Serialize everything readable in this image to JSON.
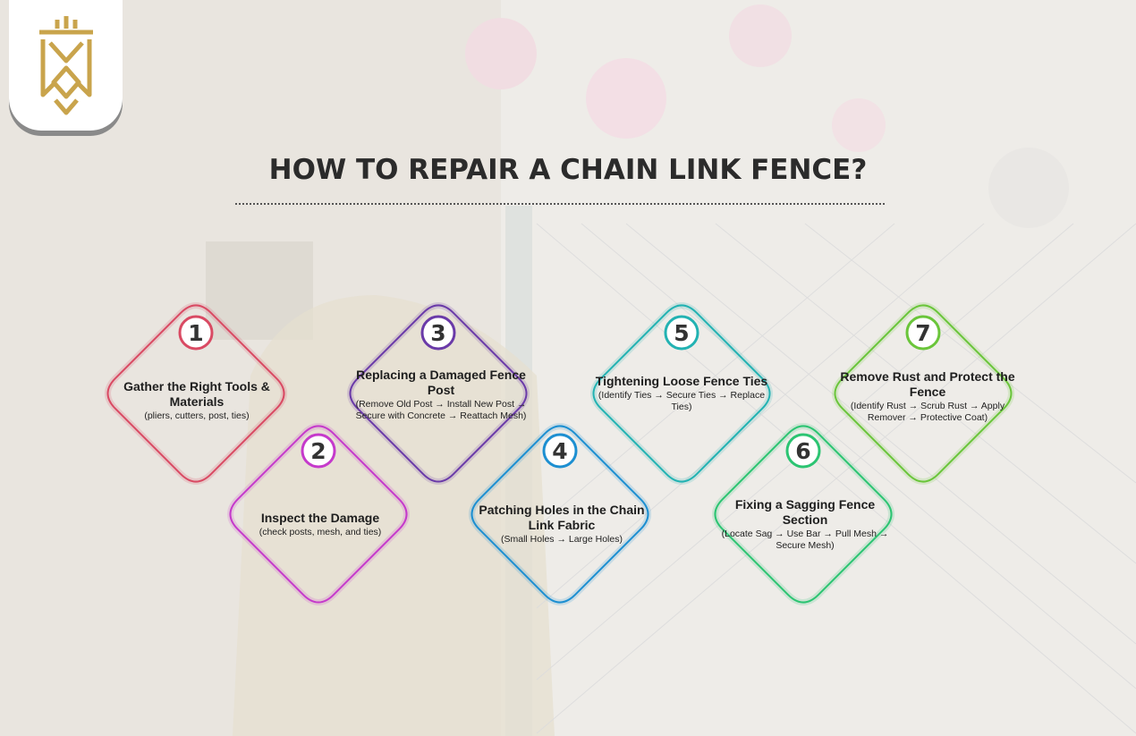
{
  "title": "HOW TO REPAIR A CHAIN LINK FENCE?",
  "steps": [
    {
      "number": "1",
      "title": "Gather the Right Tools & Materials",
      "desc": "(pliers, cutters, post, ties)",
      "color": "#d94a63"
    },
    {
      "number": "2",
      "title": "Inspect the Damage",
      "desc": "(check posts, mesh, and ties)",
      "color": "#c53acb"
    },
    {
      "number": "3",
      "title": "Replacing a Damaged Fence Post",
      "desc": "(Remove Old Post → Install New Post → Secure with Concrete → Reattach Mesh)",
      "color": "#6a3aa8"
    },
    {
      "number": "4",
      "title": "Patching Holes in the Chain Link Fabric",
      "desc": "(Small Holes → Large Holes)",
      "color": "#1d8fd1"
    },
    {
      "number": "5",
      "title": "Tightening Loose Fence Ties",
      "desc": "(Identify Ties → Secure Ties → Replace Ties)",
      "color": "#22b2b2"
    },
    {
      "number": "6",
      "title": "Fixing a Sagging Fence Section",
      "desc": "(Locate Sag → Use Bar → Pull Mesh → Secure Mesh)",
      "color": "#2cc472"
    },
    {
      "number": "7",
      "title": "Remove Rust and Protect the Fence",
      "desc": "(Identify Rust → Scrub Rust → Apply Remover → Protective Coat)",
      "color": "#6ac53a"
    }
  ],
  "logo": {
    "icon": "crown-monogram-logo",
    "color": "#c9a44c"
  }
}
